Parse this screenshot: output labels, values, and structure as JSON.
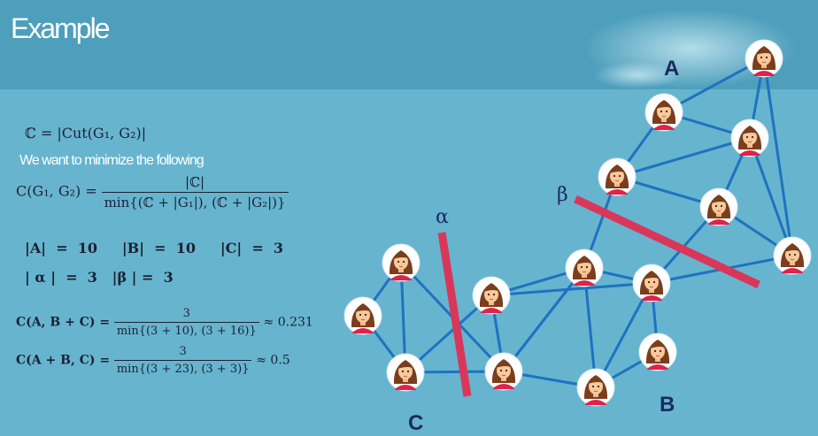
{
  "slide": {
    "title": "Example",
    "background_color": "#67b4cf",
    "header_color": "#4e9fbc"
  },
  "formulas": {
    "cut_def": "ℂ = |Cut(G₁, G₂)|",
    "intro_text": "We want to minimize the following",
    "cost_lhs": "C(G₁, G₂) =",
    "cost_num": "|ℂ|",
    "cost_den": "min{(ℂ + |G₁|), (ℂ + |G₂|)}",
    "sizes": "|A|  =  10     |B|  =  10     |C|  =  3",
    "cuts": "| α |  =  3   |β | =  3",
    "case1_lhs": "C(A, B + C) =",
    "case1_num": "3",
    "case1_den": "min{(3 + 10), (3 + 16)}",
    "case1_val": "≈ 0.231",
    "case2_lhs": "C(A + B, C) =",
    "case2_num": "3",
    "case2_den": "min{(3 + 23), (3 + 3)}",
    "case2_val": "≈ 0.5"
  },
  "graph": {
    "cluster_labels": {
      "A": "A",
      "B": "B",
      "C": "C"
    },
    "cut_labels": {
      "alpha": "α",
      "beta": "β"
    },
    "edge_color": "#1e72c0",
    "cut_color": "#d9375a",
    "label_color": "#1b2a5e",
    "node_icon": "woman-avatar-icon",
    "nodes": [
      {
        "id": "a1"
      },
      {
        "id": "a2"
      },
      {
        "id": "a3"
      },
      {
        "id": "a4"
      },
      {
        "id": "a5"
      },
      {
        "id": "a6"
      },
      {
        "id": "b1"
      },
      {
        "id": "b2"
      },
      {
        "id": "b3"
      },
      {
        "id": "b4"
      },
      {
        "id": "b5"
      },
      {
        "id": "b6"
      },
      {
        "id": "c1"
      },
      {
        "id": "c2"
      },
      {
        "id": "c3"
      }
    ],
    "edges": [
      [
        "a1",
        "a2"
      ],
      [
        "a1",
        "a3"
      ],
      [
        "a1",
        "a6"
      ],
      [
        "a2",
        "a3"
      ],
      [
        "a2",
        "a4"
      ],
      [
        "a4",
        "a3"
      ],
      [
        "a4",
        "a5"
      ],
      [
        "a3",
        "a5"
      ],
      [
        "a3",
        "a6"
      ],
      [
        "a5",
        "a6"
      ],
      [
        "a4",
        "b1"
      ],
      [
        "a5",
        "b2"
      ],
      [
        "a6",
        "b2"
      ],
      [
        "b1",
        "b2"
      ],
      [
        "b1",
        "b3"
      ],
      [
        "b1",
        "b5"
      ],
      [
        "b1",
        "b6"
      ],
      [
        "b2",
        "b4"
      ],
      [
        "b2",
        "b5"
      ],
      [
        "b2",
        "b6"
      ],
      [
        "b3",
        "b1"
      ],
      [
        "b3",
        "b5"
      ],
      [
        "b3",
        "b6"
      ],
      [
        "b4",
        "b5"
      ],
      [
        "c1",
        "c3"
      ],
      [
        "c1",
        "b3"
      ],
      [
        "c2",
        "c3"
      ],
      [
        "c2",
        "c1"
      ],
      [
        "c3",
        "b3"
      ],
      [
        "c3",
        "b6"
      ]
    ]
  }
}
